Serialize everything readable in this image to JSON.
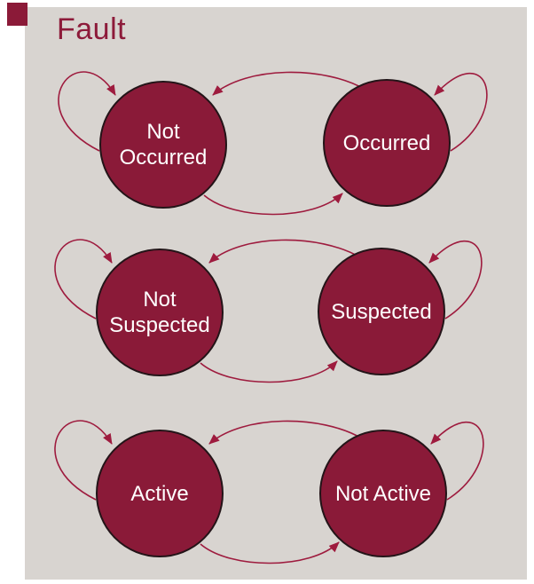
{
  "title": "Fault",
  "colors": {
    "background": "#ffffff",
    "panel": "#d8d4d0",
    "state_fill": "#8a1a38",
    "state_border": "#231418",
    "arrow": "#9e1b3e",
    "title_color": "#8d1b3a",
    "state_text": "#ffffff",
    "accent_square": "#8b1a38"
  },
  "diagram": {
    "rows": [
      {
        "left": {
          "line1": "Not",
          "line2": "Occurred"
        },
        "right": {
          "line1": "Occurred"
        }
      },
      {
        "left": {
          "line1": "Not",
          "line2": "Suspected"
        },
        "right": {
          "line1": "Suspected"
        }
      },
      {
        "left": {
          "line1": "Active"
        },
        "right": {
          "line1": "Not Active"
        }
      }
    ]
  }
}
